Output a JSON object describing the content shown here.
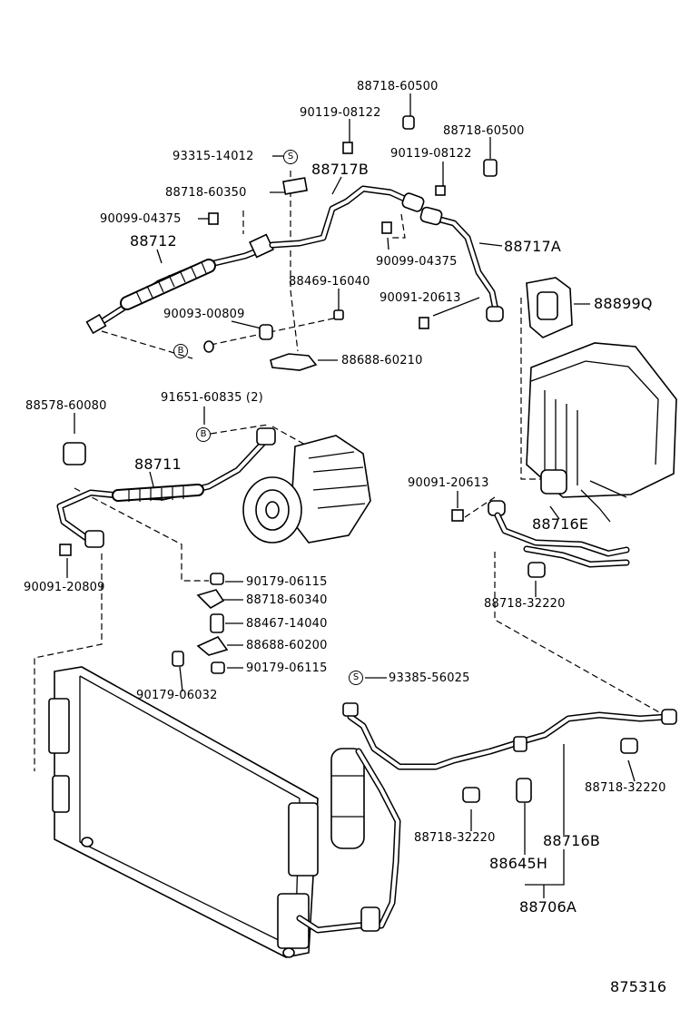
{
  "labels": {
    "p_88718_60500_a": "88718-60500",
    "p_90119_08122_a": "90119-08122",
    "p_88718_60500_b": "88718-60500",
    "p_93315_14012": "93315-14012",
    "p_88717b": "88717B",
    "p_90119_08122_b": "90119-08122",
    "p_88718_60350": "88718-60350",
    "p_90099_04375_a": "90099-04375",
    "p_88712": "88712",
    "p_88717a": "88717A",
    "p_90099_04375_b": "90099-04375",
    "p_88469_16040": "88469-16040",
    "p_90091_20613_a": "90091-20613",
    "p_88899q": "88899Q",
    "p_90093_00809": "90093-00809",
    "p_88688_60210": "88688-60210",
    "p_88578_60080": "88578-60080",
    "p_91651_60835": "91651-60835 (2)",
    "p_88711": "88711",
    "p_90091_20613_b": "90091-20613",
    "p_88716e": "88716E",
    "p_90091_20809": "90091-20809",
    "p_90179_06115_a": "90179-06115",
    "p_88718_60340": "88718-60340",
    "p_88718_32220_a": "88718-32220",
    "p_88467_14040": "88467-14040",
    "p_88688_60200": "88688-60200",
    "p_90179_06115_b": "90179-06115",
    "p_90179_06032": "90179-06032",
    "p_93385_56025": "93385-56025",
    "p_88718_32220_b": "88718-32220",
    "p_88718_32220_c": "88718-32220",
    "p_88716b": "88716B",
    "p_88645h": "88645H",
    "p_88706a": "88706A",
    "fig_number": "875316"
  },
  "markers": {
    "s": "S",
    "b": "B"
  }
}
